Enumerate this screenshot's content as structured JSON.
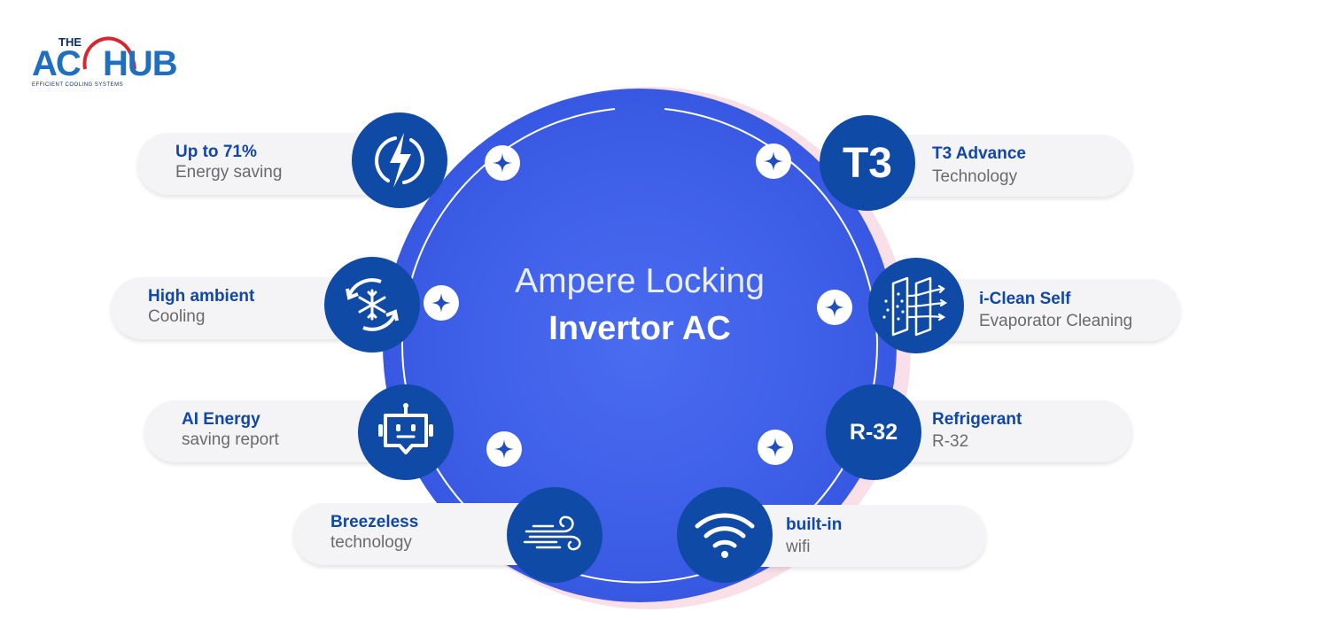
{
  "logo": {
    "the": "THE",
    "ac": "AC",
    "hub": "HUB",
    "tagline": "EFFICIENT COOLING SYSTEMS"
  },
  "center": {
    "title": "Ampere Locking",
    "subtitle": "Invertor AC"
  },
  "features": {
    "energy": {
      "line1": "Up to 71%",
      "line2": "Energy saving",
      "icon": "lightning-bolt-icon"
    },
    "ambient": {
      "line1": "High ambient",
      "line2": "Cooling",
      "icon": "snowflake-cycle-icon"
    },
    "ai": {
      "line1": "AI Energy",
      "line2": "saving report",
      "icon": "robot-icon"
    },
    "breeze": {
      "line1": "Breezeless",
      "line2": "technology",
      "icon": "wind-icon"
    },
    "t3": {
      "line1": "T3 Advance",
      "line2": "Technology",
      "badge_text": "T3"
    },
    "iclean": {
      "line1": "i-Clean Self",
      "line2": "Evaporator Cleaning",
      "icon": "filter-clean-icon"
    },
    "r32": {
      "line1": "Refrigerant",
      "line2": "R-32",
      "badge_text": "R-32"
    },
    "wifi": {
      "line1": "built-in",
      "line2": "wifi",
      "icon": "wifi-icon"
    }
  },
  "colors": {
    "badge": "#0f4aa6",
    "center": "#3f60e8",
    "heading_text": "#1147a8",
    "sub_text": "#6a6a6a"
  }
}
